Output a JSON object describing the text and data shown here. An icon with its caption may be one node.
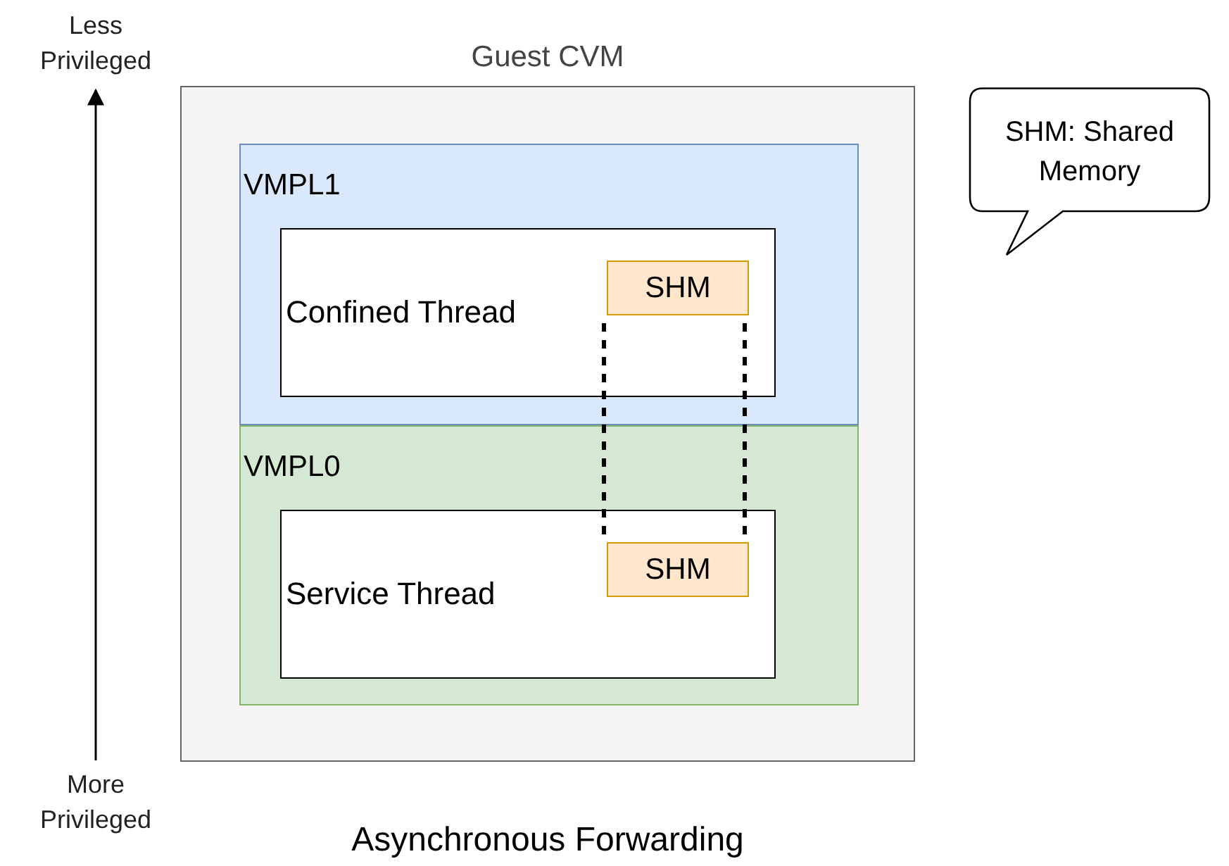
{
  "diagram": {
    "title": "Asynchronous Forwarding",
    "nodes": [
      {
        "text": [
          "Guest CVM"
        ]
      },
      {
        "text": [
          "VMPL1"
        ],
        "in": 0
      },
      {
        "text": [
          "Confined Thread"
        ],
        "in": 1
      },
      {
        "text": [
          "SHM"
        ],
        "in": 2
      },
      {
        "text": [
          "VMPL0"
        ],
        "in": 0
      },
      {
        "text": [
          "Service Thread"
        ],
        "in": 4
      },
      {
        "text": [
          "SHM"
        ],
        "in": 5
      },
      {
        "text": [
          "SHM: Shared Memory"
        ]
      }
    ],
    "edges": [
      {
        "from": 3,
        "to": 6,
        "arrow": "none",
        "style": "dashed"
      },
      {
        "from": 3,
        "to": 6,
        "arrow": "none",
        "style": "dashed"
      }
    ],
    "labels": [
      "Less Privileged",
      "More Privileged"
    ]
  }
}
